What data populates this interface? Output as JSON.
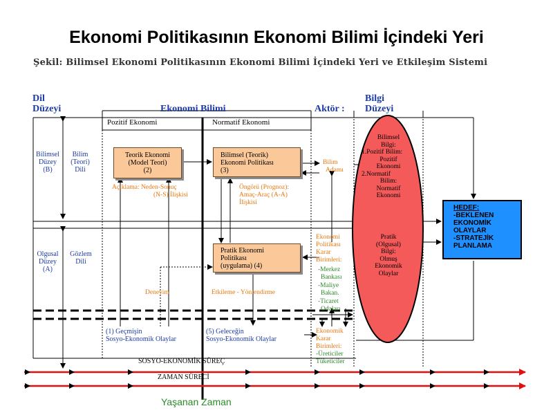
{
  "title": "Ekonomi Politikasının Ekonomi Bilimi İçindeki Yeri",
  "caption": "Şekil: Bilimsel Ekonomi Politikasının Ekonomi Bilimi İçindeki Yeri ve Etkileşim Sistemi",
  "headers": {
    "dil_duzeyi": [
      "Dil",
      "Düzeyi"
    ],
    "ekonomi_bilimi": "Ekonomi Bilimi",
    "aktor": "Aktör :",
    "bilgi_duzeyi": [
      "Bilgi",
      "Düzeyi"
    ],
    "pozitif": "Pozitif Ekonomi",
    "normatif": "Normatif Ekonomi"
  },
  "left_labels": {
    "bilimsel_duzey": [
      "Bilimsel",
      "Düzey",
      "(B)"
    ],
    "bilim_dili": [
      "Bilim",
      "(Teori)",
      "Dili"
    ],
    "olgusal_duzey": [
      "Olgusal",
      "Düzey",
      "(A)"
    ],
    "gozlem_dili": [
      "Gözlem",
      "Dili"
    ]
  },
  "boxes": {
    "teorik": [
      "Teorik Ekonomi",
      "(Model Teori)",
      "(2)"
    ],
    "bilimsel_teorik": [
      "Bilimsel (Teorik)",
      "Ekonomi Politikası",
      "(3)"
    ],
    "pratik": [
      "Pratik Ekonomi",
      "Politikası",
      "(uygulama)  (4)"
    ]
  },
  "annotations": {
    "aciklama": [
      "Açıklama: Neden-Sonuç",
      "(N-S) İlişkisi"
    ],
    "ongoru": [
      "Öngörü (Prognoz):",
      "Amaç-Araç (A-A)",
      "İlişkisi"
    ],
    "deneyim": "Deneyim",
    "etkileme": "Etkileme - Yönlendirme",
    "gecmis": [
      "(1)   Geçmişin",
      "Sosyo-Ekonomik Olaylar"
    ],
    "gelecek": [
      "(5) Geleceğin",
      "Sosyo-Ekonomik Olaylar"
    ]
  },
  "actors": {
    "bilim_adami": [
      "Bilim",
      "Adamı"
    ],
    "ekonomi_politikasi": [
      "Ekonomi",
      "Politikası",
      "Karar",
      "Birimleri:"
    ],
    "merkez": [
      "-Merkez",
      "Bankası"
    ],
    "maliye": [
      "-Maliye",
      "Bakan."
    ],
    "ticaret": [
      "-Ticaret",
      "Odaları"
    ],
    "ekonomik_karar": [
      "Ekonomik",
      "Karar",
      "Birimleri:"
    ],
    "ureticiler": [
      "-Üreticiler",
      "Tüketiciler"
    ]
  },
  "ellipse": {
    "bilimsel_bilgi": [
      "Bilimsel",
      "Bilgi:",
      "1.Pozitif Bilim:",
      "Pozitif",
      "Ekonomi",
      "2.Normatif",
      "Bilim:",
      "Normatif",
      "Ekonomi"
    ],
    "pratik_bilgi": [
      "Pratik",
      "(Olgusal)",
      "Bilgi:",
      "Olmuş",
      "Ekonomik",
      "Olaylar"
    ]
  },
  "hedef": [
    "HEDEF:",
    "-BEKLENEN",
    "EKONOMİK",
    "OLAYLAR",
    "-STRATEJİK",
    "PLANLAMA"
  ],
  "bottom": {
    "sosyo_ekonomik_surec": "SOSYO-EKONOMİK SÜREÇ",
    "zaman_sureci": "ZAMAN SÜRECİ",
    "yasanan_zaman": "Yaşanan Zaman"
  },
  "colors": {
    "box_fill": "#fbc89a",
    "ellipse_fill": "#f45a5a",
    "hedef_fill": "#1e90ff",
    "time_line": "#e01010",
    "blue_text": "#1c3aa5",
    "orange_text": "#e8780c",
    "green_text": "#2a8a2a"
  }
}
